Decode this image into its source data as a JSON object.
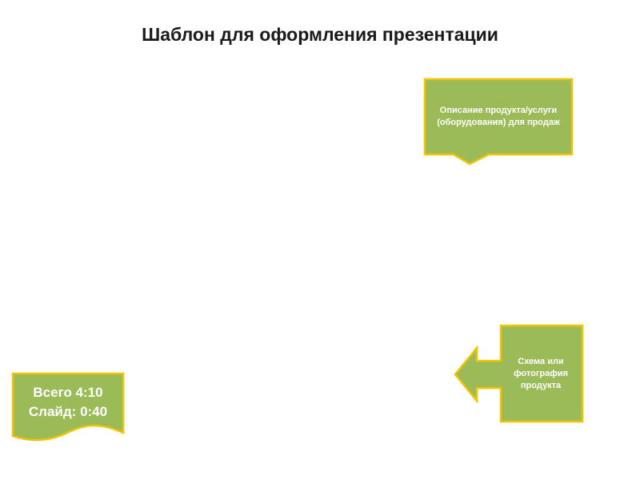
{
  "slide": {
    "title": "Шаблон для оформления презентации"
  },
  "callouts": {
    "description": "Описание продукта/услуги (оборудования) для продаж",
    "photo": "Схема или фотография продукта"
  },
  "timer": {
    "total": "Всего 4:10",
    "slide": "Слайд: 0:40"
  },
  "colors": {
    "shape_fill": "#9bbb59",
    "shape_border": "#f2c300",
    "text": "#ffffff"
  }
}
